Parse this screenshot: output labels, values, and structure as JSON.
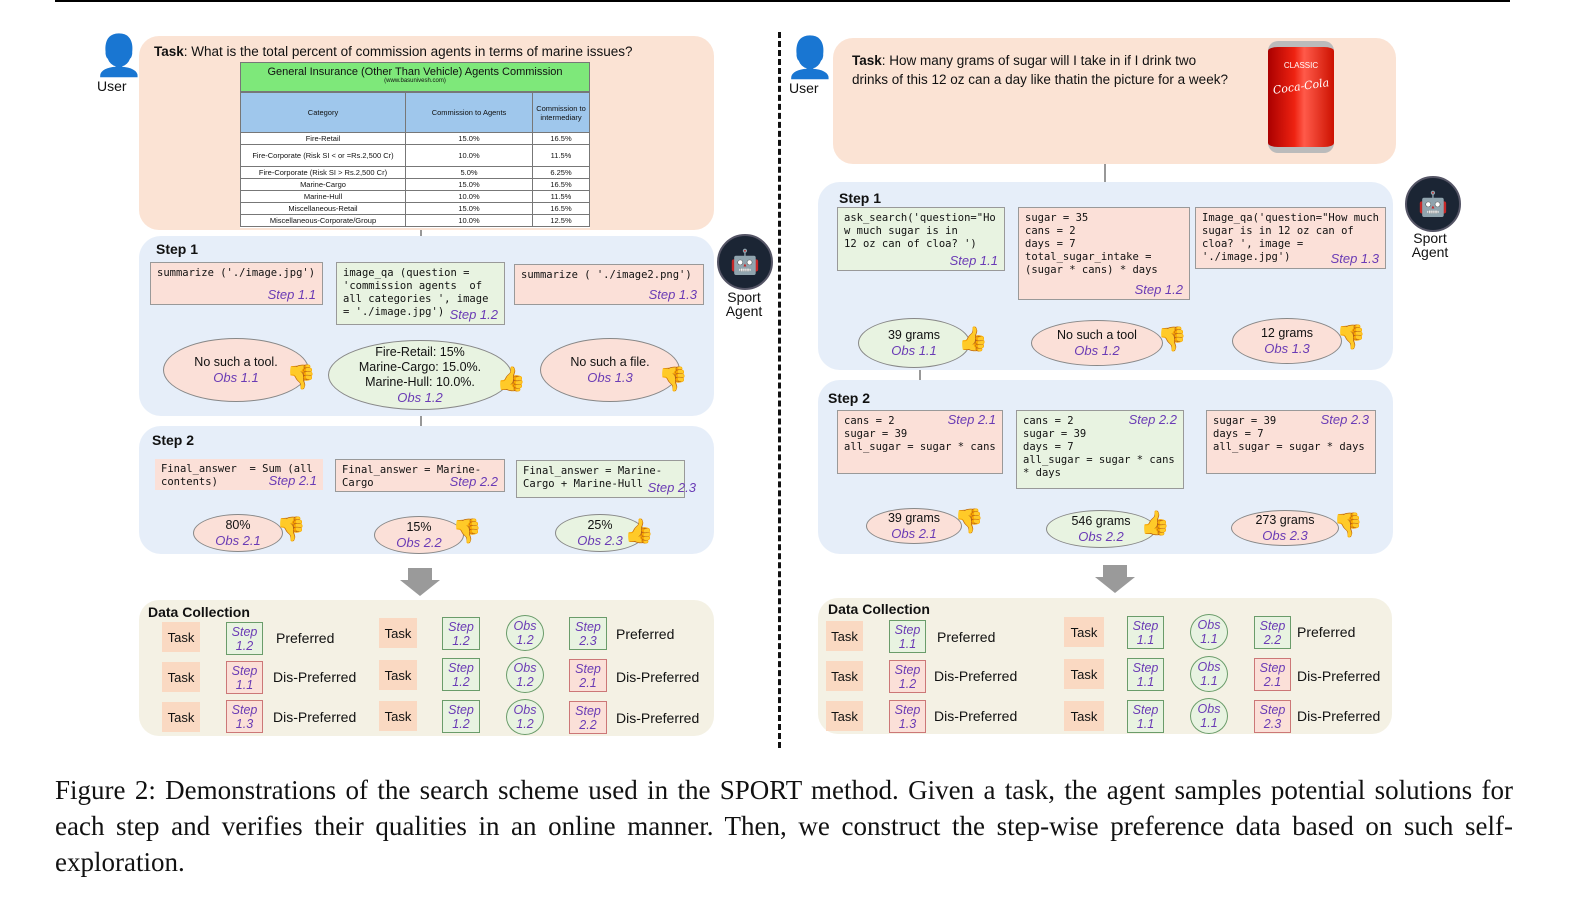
{
  "user_label": "User",
  "agent_label_line1": "Sport",
  "agent_label_line2": "Agent",
  "left": {
    "task_prefix": "Task",
    "task_text": ": What is the total percent of commission agents in terms of marine issues?",
    "table": {
      "title": "General Insurance (Other Than Vehicle) Agents Commission",
      "subtitle": "(www.basunivesh.com)",
      "headers": [
        "Category",
        "Commission to Agents",
        "Commission to intermediary"
      ],
      "rows": [
        [
          "Fire-Retail",
          "15.0%",
          "16.5%"
        ],
        [
          "Fire-Corporate (Risk SI < or =Rs.2,500 Cr)",
          "10.0%",
          "11.5%"
        ],
        [
          "Fire-Corporate (Risk SI > Rs.2,500 Cr)",
          "5.0%",
          "6.25%"
        ],
        [
          "Marine-Cargo",
          "15.0%",
          "16.5%"
        ],
        [
          "Marine-Hull",
          "10.0%",
          "11.5%"
        ],
        [
          "Miscellaneous-Retail",
          "15.0%",
          "16.5%"
        ],
        [
          "Miscellaneous-Corporate/Group",
          "10.0%",
          "12.5%"
        ]
      ]
    },
    "step1": {
      "title": "Step 1",
      "actions": [
        {
          "code": "summarize ('./image.jpg')",
          "label": "Step 1.1"
        },
        {
          "code": "image_qa (question =\n'commission agents  of\nall categories ', image\n= './image.jpg')",
          "label": "Step 1.2"
        },
        {
          "code": "summarize ( './image2.png')",
          "label": "Step 1.3"
        }
      ],
      "obs": [
        {
          "text": "No such a tool.",
          "label": "Obs 1.1"
        },
        {
          "text": "Fire-Retail: 15%\nMarine-Cargo: 15.0%.\nMarine-Hull: 10.0%.",
          "label": "Obs 1.2"
        },
        {
          "text": "No such a file.",
          "label": "Obs 1.3"
        }
      ]
    },
    "step2": {
      "title": "Step 2",
      "actions": [
        {
          "code": "Final_answer  = Sum (all\ncontents)",
          "label": "Step 2.1"
        },
        {
          "code": "Final_answer = Marine-\nCargo",
          "label": "Step 2.2"
        },
        {
          "code": "Final_answer = Marine-\nCargo + Marine-Hull",
          "label": "Step 2.3"
        }
      ],
      "obs": [
        {
          "text": "80%",
          "label": "Obs 2.1"
        },
        {
          "text": "15%",
          "label": "Obs 2.2"
        },
        {
          "text": "25%",
          "label": "Obs 2.3"
        }
      ]
    },
    "data": {
      "title": "Data Collection",
      "task": "Task",
      "col1": [
        {
          "step": [
            "Step",
            "1.2"
          ],
          "result": "Preferred"
        },
        {
          "step": [
            "Step",
            "1.1"
          ],
          "result": "Dis-Preferred"
        },
        {
          "step": [
            "Step",
            "1.3"
          ],
          "result": "Dis-Preferred"
        }
      ],
      "col2": [
        {
          "step": [
            "Step",
            "1.2"
          ],
          "obs": [
            "Obs",
            "1.2"
          ],
          "step2": [
            "Step",
            "2.3"
          ],
          "result": "Preferred"
        },
        {
          "step": [
            "Step",
            "1.2"
          ],
          "obs": [
            "Obs",
            "1.2"
          ],
          "step2": [
            "Step",
            "2.1"
          ],
          "result": "Dis-Preferred"
        },
        {
          "step": [
            "Step",
            "1.2"
          ],
          "obs": [
            "Obs",
            "1.2"
          ],
          "step2": [
            "Step",
            "2.2"
          ],
          "result": "Dis-Preferred"
        }
      ]
    }
  },
  "right": {
    "task_prefix": "Task",
    "task_text": ": How many grams of sugar will I take in if I drink two drinks of this 12 oz can a day like thatin the picture for a week?",
    "can_text_top": "CLASSIC",
    "can_text": "Coca-Cola",
    "step1": {
      "title": "Step 1",
      "actions": [
        {
          "code": "ask_search('question=\"Ho\nw much sugar is in\n12 oz can of cloa? ')",
          "label": "Step 1.1"
        },
        {
          "code": "sugar = 35\ncans = 2\ndays = 7\ntotal_sugar_intake =\n(sugar * cans) * days",
          "label": "Step 1.2"
        },
        {
          "code": "Image_qa('question=\"How much\nsugar is in 12 oz can of\ncloa? ', image =\n'./image.jpg')",
          "label": "Step 1.3"
        }
      ],
      "obs": [
        {
          "text": "39 grams",
          "label": "Obs 1.1"
        },
        {
          "text": "No such a tool",
          "label": "Obs 1.2"
        },
        {
          "text": "12 grams",
          "label": "Obs 1.3"
        }
      ]
    },
    "step2": {
      "title": "Step 2",
      "actions": [
        {
          "code": "cans = 2\nsugar = 39\nall_sugar = sugar * cans",
          "label": "Step 2.1"
        },
        {
          "code": "cans = 2\nsugar = 39\ndays = 7\nall_sugar = sugar * cans\n* days",
          "label": "Step 2.2"
        },
        {
          "code": "sugar = 39\ndays = 7\nall_sugar = sugar * days",
          "label": "Step 2.3"
        }
      ],
      "obs": [
        {
          "text": "39 grams",
          "label": "Obs 2.1"
        },
        {
          "text": "546 grams",
          "label": "Obs 2.2"
        },
        {
          "text": "273 grams",
          "label": "Obs 2.3"
        }
      ]
    },
    "data": {
      "title": "Data Collection",
      "task": "Task",
      "col1": [
        {
          "step": [
            "Step",
            "1.1"
          ],
          "result": "Preferred"
        },
        {
          "step": [
            "Step",
            "1.2"
          ],
          "result": "Dis-Preferred"
        },
        {
          "step": [
            "Step",
            "1.3"
          ],
          "result": "Dis-Preferred"
        }
      ],
      "col2": [
        {
          "step": [
            "Step",
            "1.1"
          ],
          "obs": [
            "Obs",
            "1.1"
          ],
          "step2": [
            "Step",
            "2.2"
          ],
          "result": "Preferred"
        },
        {
          "step": [
            "Step",
            "1.1"
          ],
          "obs": [
            "Obs",
            "1.1"
          ],
          "step2": [
            "Step",
            "2.1"
          ],
          "result": "Dis-Preferred"
        },
        {
          "step": [
            "Step",
            "1.1"
          ],
          "obs": [
            "Obs",
            "1.1"
          ],
          "step2": [
            "Step",
            "2.3"
          ],
          "result": "Dis-Preferred"
        }
      ]
    }
  },
  "caption": "Figure 2: Demonstrations of the search scheme used in the SPORT method. Given a task, the agent samples potential solutions for each step and verifies their qualities in an online manner. Then, we construct the step-wise preference data based on such self-exploration.",
  "colors": {
    "task_bg": "#fbe3d4",
    "step_bg": "#e6eef9",
    "data_bg": "#f4f1e4",
    "label": "#6a3bb5",
    "neg_box": "#fbe0d8",
    "pos_box": "#e8f3e1"
  }
}
